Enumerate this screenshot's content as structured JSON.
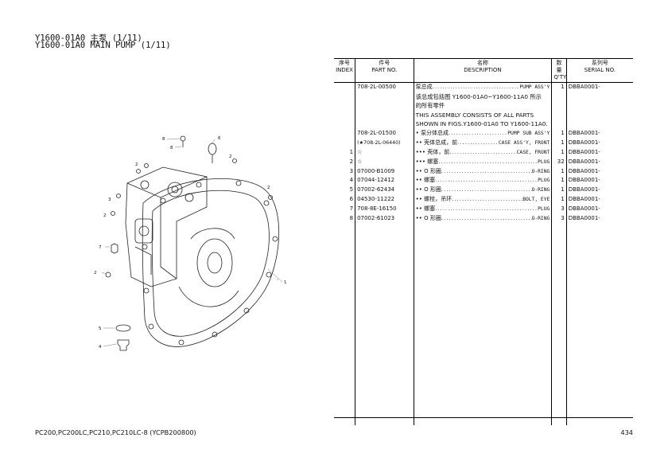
{
  "header": {
    "title_cn": "Y1600-01A0 主泵 (1/11)",
    "title_en": "Y1600-01A0 MAIN PUMP (1/11)"
  },
  "table": {
    "columns": [
      {
        "cn": "序号",
        "en": "INDEX"
      },
      {
        "cn": "件号",
        "en": "PART NO."
      },
      {
        "cn": "名称",
        "en": "DESCRIPTION"
      },
      {
        "cn": "数量",
        "en": "Q'TY"
      },
      {
        "cn": "系列号",
        "en": "SERIAL NO."
      }
    ],
    "rows": [
      {
        "index": "",
        "part_no": "708-2L-00500",
        "desc_cn": "泵总成",
        "desc_en": "PUMP ASS'Y",
        "qty": "1",
        "serial": "DBBA0001-"
      },
      {
        "index": "",
        "part_no": "708-2L-01500",
        "desc_cn": "• 泵分体总成",
        "desc_en": "PUMP SUB ASS'Y",
        "qty": "1",
        "serial": "DBBA0001-"
      },
      {
        "index": "",
        "part_no": "(★708-2L-06440)",
        "desc_cn": "•• 壳体总成，前",
        "desc_en": "CASE ASS'Y, FRONT",
        "qty": "1",
        "serial": "DBBA0001-"
      },
      {
        "index": "1",
        "part_no": "☆",
        "desc_cn": "••• 壳体，前",
        "desc_en": "CASE, FRONT",
        "qty": "1",
        "serial": "DBBA0001-"
      },
      {
        "index": "2",
        "part_no": "☆",
        "desc_cn": "••• 螺塞",
        "desc_en": "PLUG",
        "qty": "32",
        "serial": "DBBA0001-"
      },
      {
        "index": "3",
        "part_no": "07000-B1009",
        "desc_cn": "•• O 形圈",
        "desc_en": "O-RING",
        "qty": "1",
        "serial": "DBBA0001-"
      },
      {
        "index": "4",
        "part_no": "07044-12412",
        "desc_cn": "•• 螺塞",
        "desc_en": "PLUG",
        "qty": "1",
        "serial": "DBBA0001-"
      },
      {
        "index": "5",
        "part_no": "07002-62434",
        "desc_cn": "•• O 形圈",
        "desc_en": "O-RING",
        "qty": "1",
        "serial": "DBBA0001-"
      },
      {
        "index": "6",
        "part_no": "04530-11222",
        "desc_cn": "•• 螺栓，吊环",
        "desc_en": "BOLT, EYE",
        "qty": "1",
        "serial": "DBBA0001-"
      },
      {
        "index": "7",
        "part_no": "708-8E-16150",
        "desc_cn": "•• 螺塞",
        "desc_en": "PLUG",
        "qty": "3",
        "serial": "DBBA0001-"
      },
      {
        "index": "8",
        "part_no": "07002-61023",
        "desc_cn": "•• O 形圈",
        "desc_en": "O-RING",
        "qty": "3",
        "serial": "DBBA0001-"
      }
    ],
    "assembly_note": [
      "该总成包括图 Y1600-01A0~Y1600-11A0 所示",
      "的所有零件",
      "THIS ASSEMBLY CONSISTS OF ALL PARTS",
      "SHOWN IN FIGS.Y1600-01A0 TO Y1600-11A0."
    ]
  },
  "diagram": {
    "callouts": [
      "1",
      "2",
      "2",
      "2",
      "2",
      "2",
      "3",
      "4",
      "5",
      "6",
      "7",
      "8",
      "8"
    ]
  },
  "footer": {
    "models": "PC200,PC200LC,PC210,PC210LC-8 (YCPB200800)",
    "page": "434"
  }
}
